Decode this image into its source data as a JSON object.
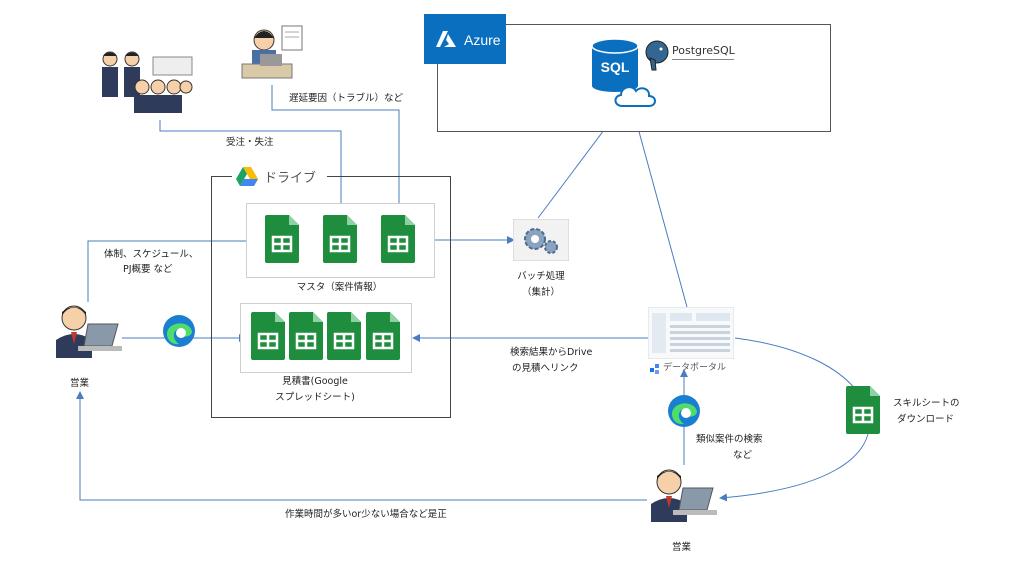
{
  "azure": {
    "label": "Azure",
    "sql": "SQL",
    "postgres": "PostgreSQL"
  },
  "drive": {
    "title": "ドライブ"
  },
  "labels": {
    "delay": "遅延要因（トラブル）など",
    "order": "受注・失注",
    "taisei1": "体制、スケジュール、",
    "taisei2": "PJ概要 など",
    "master": "マスタ（案件情報）",
    "estimate1": "見積書(Google",
    "estimate2": "スプレッドシート)",
    "batch1": "バッチ処理",
    "batch2": "（集計）",
    "search1": "検索結果からDrive",
    "search2": "の見積へリンク",
    "portal": "データポータル",
    "skill1": "スキルシートの",
    "skill2": "ダウンロード",
    "similar1": "類似案件の検索",
    "similar2": "など",
    "correction": "作業時間が多いor少ない場合など是正",
    "sales_left": "営業",
    "sales_bottom": "営業"
  },
  "colors": {
    "azure": "#0a6fbe",
    "sheet": "#1e8e3e",
    "arrow": "#4a7cc0"
  }
}
